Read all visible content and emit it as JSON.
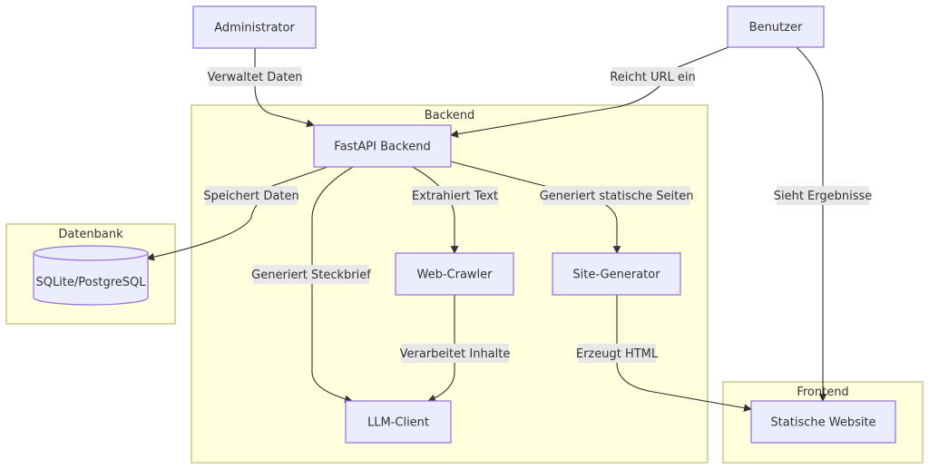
{
  "clusters": {
    "backend": "Backend",
    "datenbank": "Datenbank",
    "frontend": "Frontend"
  },
  "nodes": {
    "administrator": "Administrator",
    "benutzer": "Benutzer",
    "fastapi": "FastAPI Backend",
    "database": "SQLite/PostgreSQL",
    "crawler": "Web-Crawler",
    "site_generator": "Site-Generator",
    "llm_client": "LLM-Client",
    "static_website": "Statische Website"
  },
  "edges": {
    "admin_to_fastapi": "Verwaltet Daten",
    "benutzer_to_fastapi": "Reicht URL ein",
    "benutzer_to_website": "Sieht Ergebnisse",
    "fastapi_to_db": "Speichert Daten",
    "fastapi_to_llm": "Generiert Steckbrief",
    "fastapi_to_crawler": "Extrahiert Text",
    "fastapi_to_sitegen": "Generiert statische Seiten",
    "crawler_to_llm": "Verarbeitet Inhalte",
    "sitegen_to_website": "Erzeugt HTML"
  },
  "colors": {
    "node_fill": "#ececff",
    "node_stroke": "#9370db",
    "cluster_fill": "#ffffde",
    "cluster_stroke": "#c9c98f",
    "edge": "#333333",
    "label_bg": "#e8e8e8"
  }
}
